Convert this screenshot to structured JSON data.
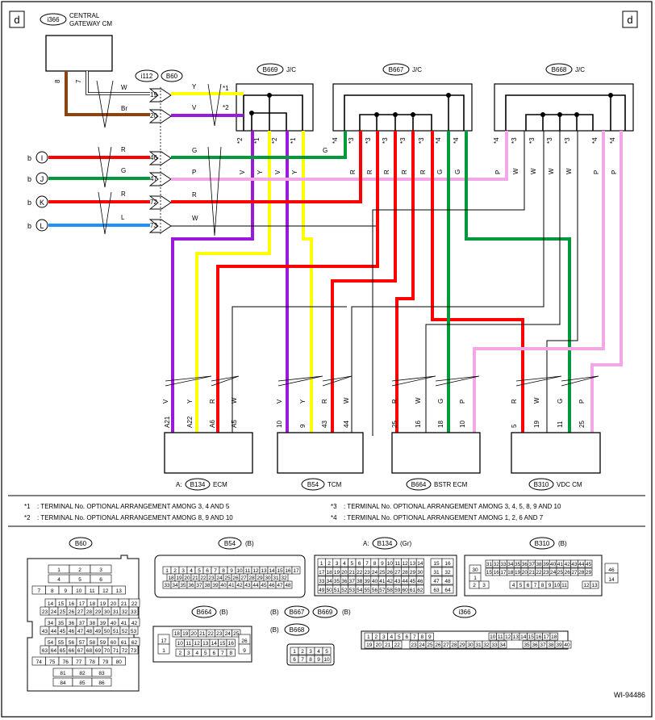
{
  "corner_label": "d",
  "figure_id": "WI-94486",
  "gateway": {
    "code": "i366",
    "name_line1": "CENTRAL",
    "name_line2": "GATEWAY CM",
    "pin_a": "8",
    "pin_b": "7"
  },
  "wire_labels": {
    "W": "W",
    "Br": "Br",
    "Y": "Y",
    "V": "V",
    "R": "R",
    "G": "G",
    "P": "P",
    "L": "L"
  },
  "joint_connectors": {
    "i112": "i112",
    "B60": "B60",
    "B669": "B669",
    "B667": "B667",
    "B668": "B668",
    "jc": "J/C",
    "pins": {
      "p19": "19",
      "p20": "20",
      "p46": "46",
      "p47": "47",
      "p72": "72",
      "p73": "73"
    }
  },
  "b_refs": {
    "b": "b",
    "I": "I",
    "J": "J",
    "K": "K",
    "L": "L"
  },
  "stars": {
    "s1": "*1",
    "s2": "*2",
    "s3": "*3",
    "s4": "*4"
  },
  "modules": {
    "ecm": {
      "prefix": "A:",
      "code": "B134",
      "name": "ECM",
      "pins": [
        "A21",
        "A22",
        "A6",
        "A5"
      ],
      "colors": [
        "V",
        "Y",
        "R",
        "W"
      ]
    },
    "tcm": {
      "code": "B54",
      "name": "TCM",
      "pins": [
        "10",
        "9",
        "43",
        "44"
      ],
      "colors": [
        "V",
        "Y",
        "R",
        "W"
      ]
    },
    "bstr": {
      "code": "B664",
      "name": "BSTR ECM",
      "pins": [
        "25",
        "16",
        "18",
        "10"
      ],
      "colors": [
        "R",
        "W",
        "G",
        "P"
      ]
    },
    "vdc": {
      "code": "B310",
      "name": "VDC CM",
      "pins": [
        "5",
        "19",
        "11",
        "25"
      ],
      "colors": [
        "R",
        "W",
        "G",
        "P"
      ]
    }
  },
  "notes": [
    {
      "mark": "*1",
      "text": ": TERMINAL No. OPTIONAL ARRANGEMENT AMONG 3, 4 AND 5"
    },
    {
      "mark": "*2",
      "text": ": TERMINAL No. OPTIONAL ARRANGEMENT AMONG 8, 9 AND 10"
    },
    {
      "mark": "*3",
      "text": ": TERMINAL No. OPTIONAL ARRANGEMENT AMONG 3, 4, 5, 8, 9 AND 10"
    },
    {
      "mark": "*4",
      "text": ": TERMINAL No. OPTIONAL ARRANGEMENT AMONG 1, 2, 6 AND 7"
    }
  ],
  "connector_views": {
    "b60": {
      "code": "B60",
      "rows": [
        [
          "1",
          "2",
          "3"
        ],
        [
          "4",
          "5",
          "6"
        ],
        [
          "7",
          "8",
          "9",
          "10",
          "11",
          "12",
          "13"
        ],
        [
          "14",
          "15",
          "16",
          "17",
          "18",
          "19",
          "20",
          "21",
          "22"
        ],
        [
          "23",
          "24",
          "25",
          "26",
          "27",
          "28",
          "29",
          "30",
          "31",
          "32",
          "33"
        ],
        [
          "34",
          "35",
          "36",
          "37",
          "38",
          "39",
          "40",
          "41",
          "42"
        ],
        [
          "43",
          "44",
          "45",
          "46",
          "47",
          "48",
          "49",
          "50",
          "51",
          "52",
          "53"
        ],
        [
          "54",
          "55",
          "56",
          "57",
          "58",
          "59",
          "60",
          "61",
          "62"
        ],
        [
          "63",
          "64",
          "65",
          "66",
          "67",
          "68",
          "69",
          "70",
          "71",
          "72",
          "73"
        ],
        [
          "74",
          "75",
          "76",
          "77",
          "78",
          "79",
          "80"
        ],
        [
          "81",
          "82",
          "83"
        ],
        [
          "84",
          "85",
          "86"
        ]
      ]
    },
    "b54": {
      "code": "B54",
      "color": "(B)",
      "rows": [
        [
          "1",
          "2",
          "3",
          "4",
          "5",
          "6",
          "7",
          "8",
          "9",
          "10",
          "11",
          "12",
          "13",
          "14",
          "15",
          "16",
          "17"
        ],
        [
          "18",
          "19",
          "20",
          "21",
          "22",
          "23",
          "24",
          "25",
          "26",
          "27",
          "28",
          "29",
          "30",
          "31",
          "32"
        ],
        [
          "33",
          "34",
          "35",
          "36",
          "37",
          "38",
          "39",
          "40",
          "41",
          "42",
          "43",
          "44",
          "45",
          "46",
          "47",
          "48"
        ]
      ]
    },
    "b134": {
      "prefix": "A:",
      "code": "B134",
      "color": "(Gr)",
      "rows": [
        [
          "1",
          "2",
          "3",
          "4",
          "5",
          "6",
          "7",
          "8",
          "9",
          "10",
          "11",
          "12",
          "13",
          "14"
        ],
        [
          "17",
          "18",
          "19",
          "20",
          "21",
          "22",
          "23",
          "24",
          "25",
          "26",
          "27",
          "28",
          "29",
          "30"
        ],
        [
          "33",
          "34",
          "35",
          "36",
          "37",
          "38",
          "39",
          "40",
          "41",
          "42",
          "43",
          "44",
          "45",
          "46"
        ],
        [
          "49",
          "50",
          "51",
          "52",
          "53",
          "54",
          "55",
          "56",
          "57",
          "58",
          "59",
          "60",
          "61",
          "62"
        ]
      ],
      "side": [
        [
          "15",
          "16"
        ],
        [
          "31",
          "32"
        ],
        [
          "47",
          "48"
        ],
        [
          "63",
          "64"
        ]
      ]
    },
    "b310": {
      "code": "B310",
      "color": "(B)",
      "top_rows": [
        [
          "31",
          "32",
          "33",
          "34",
          "35",
          "36",
          "37",
          "38",
          "39",
          "40",
          "41",
          "42",
          "43",
          "44",
          "45"
        ],
        [
          "15",
          "16",
          "17",
          "18",
          "19",
          "20",
          "21",
          "22",
          "23",
          "24",
          "25",
          "26",
          "27",
          "28",
          "29"
        ]
      ],
      "bottom_row": [
        "4",
        "5",
        "6",
        "7",
        "8",
        "9",
        "10",
        "11"
      ],
      "left": [
        "30",
        "1",
        "2",
        "3"
      ],
      "right": [
        "46",
        "14"
      ],
      "right_bottom": [
        "12",
        "13"
      ]
    },
    "b664": {
      "code": "B664",
      "color": "(B)",
      "rows": [
        [
          "18",
          "19",
          "20",
          "21",
          "22",
          "23",
          "24",
          "25"
        ],
        [
          "10",
          "11",
          "12",
          "13",
          "14",
          "15",
          "16"
        ],
        [
          "2",
          "3",
          "4",
          "5",
          "6",
          "7",
          "8"
        ]
      ],
      "left": [
        "17",
        "1"
      ],
      "right": [
        "26",
        "9"
      ]
    },
    "b667": {
      "codes": [
        "B667",
        "B669",
        "B668"
      ],
      "color": "(B)",
      "rows": [
        [
          "1",
          "2",
          "3",
          "4",
          "5"
        ],
        [
          "6",
          "7",
          "8",
          "9",
          "10"
        ]
      ]
    },
    "i366": {
      "code": "i366",
      "top": [
        "1",
        "2",
        "3",
        "4",
        "5",
        "6",
        "7",
        "8",
        "9",
        "10",
        "11",
        "12",
        "13",
        "14",
        "15",
        "16",
        "17",
        "18"
      ],
      "bottom": [
        "19",
        "20",
        "21",
        "22",
        "23",
        "24",
        "25",
        "26",
        "27",
        "28",
        "29",
        "30",
        "31",
        "32",
        "33",
        "34",
        "35",
        "36",
        "37",
        "38",
        "39",
        "40"
      ]
    }
  },
  "colors": {
    "V": "#9a1adc",
    "Y": "#ffff00",
    "R": "#ff0000",
    "G": "#009a3c",
    "P": "#f4a6e6",
    "Br": "#8b4513",
    "L": "#1e90ff",
    "W": "#ffffff"
  }
}
